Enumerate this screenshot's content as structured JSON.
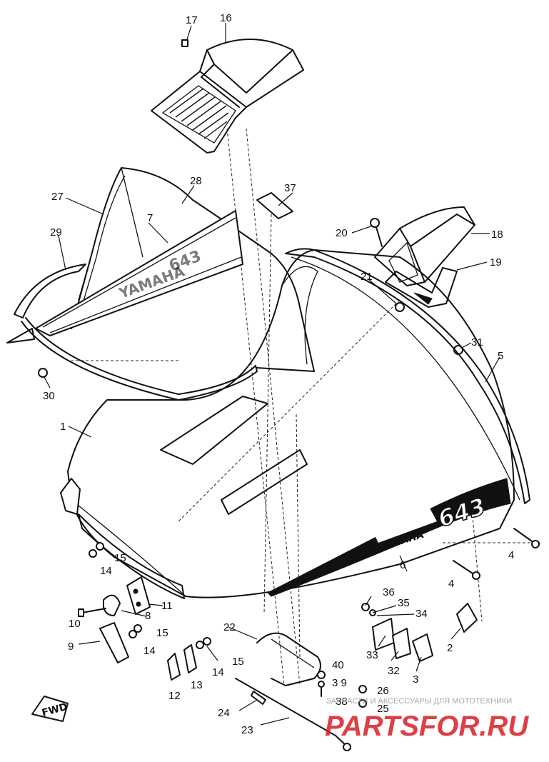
{
  "diagram": {
    "callouts": [
      {
        "id": "17",
        "label": "17"
      },
      {
        "id": "16",
        "label": "16"
      },
      {
        "id": "37",
        "label": "37"
      },
      {
        "id": "28",
        "label": "28"
      },
      {
        "id": "27",
        "label": "27"
      },
      {
        "id": "7",
        "label": "7"
      },
      {
        "id": "29",
        "label": "29"
      },
      {
        "id": "20",
        "label": "20"
      },
      {
        "id": "18",
        "label": "18"
      },
      {
        "id": "19",
        "label": "19"
      },
      {
        "id": "21",
        "label": "21"
      },
      {
        "id": "31",
        "label": "31"
      },
      {
        "id": "5",
        "label": "5"
      },
      {
        "id": "30",
        "label": "30"
      },
      {
        "id": "1",
        "label": "1"
      },
      {
        "id": "4a",
        "label": "4"
      },
      {
        "id": "4b",
        "label": "4"
      },
      {
        "id": "6",
        "label": "6"
      },
      {
        "id": "15a",
        "label": "15"
      },
      {
        "id": "14a",
        "label": "14"
      },
      {
        "id": "11",
        "label": "11"
      },
      {
        "id": "8",
        "label": "8"
      },
      {
        "id": "10",
        "label": "10"
      },
      {
        "id": "15b",
        "label": "15"
      },
      {
        "id": "14b",
        "label": "14"
      },
      {
        "id": "9",
        "label": "9"
      },
      {
        "id": "22",
        "label": "22"
      },
      {
        "id": "15c",
        "label": "15"
      },
      {
        "id": "14c",
        "label": "14"
      },
      {
        "id": "13",
        "label": "13"
      },
      {
        "id": "12",
        "label": "12"
      },
      {
        "id": "36",
        "label": "36"
      },
      {
        "id": "35",
        "label": "35"
      },
      {
        "id": "34",
        "label": "34"
      },
      {
        "id": "2",
        "label": "2"
      },
      {
        "id": "33",
        "label": "33"
      },
      {
        "id": "32",
        "label": "32"
      },
      {
        "id": "3",
        "label": "3"
      },
      {
        "id": "40",
        "label": "40"
      },
      {
        "id": "39",
        "label": "3 9"
      },
      {
        "id": "26",
        "label": "26"
      },
      {
        "id": "38",
        "label": "38"
      },
      {
        "id": "25",
        "label": "25"
      },
      {
        "id": "24",
        "label": "24"
      },
      {
        "id": "23",
        "label": "23"
      }
    ],
    "decal": {
      "brand": "YAMAHA",
      "model": "643"
    },
    "direction_marker": "FWD"
  },
  "watermark": {
    "caption": "ЗАПЧАСТИ И АКСЕССУАРЫ ДЛЯ МОТОТЕХНИКИ",
    "logo_text": "PARTSFOR.RU",
    "color": "#d81f26"
  }
}
